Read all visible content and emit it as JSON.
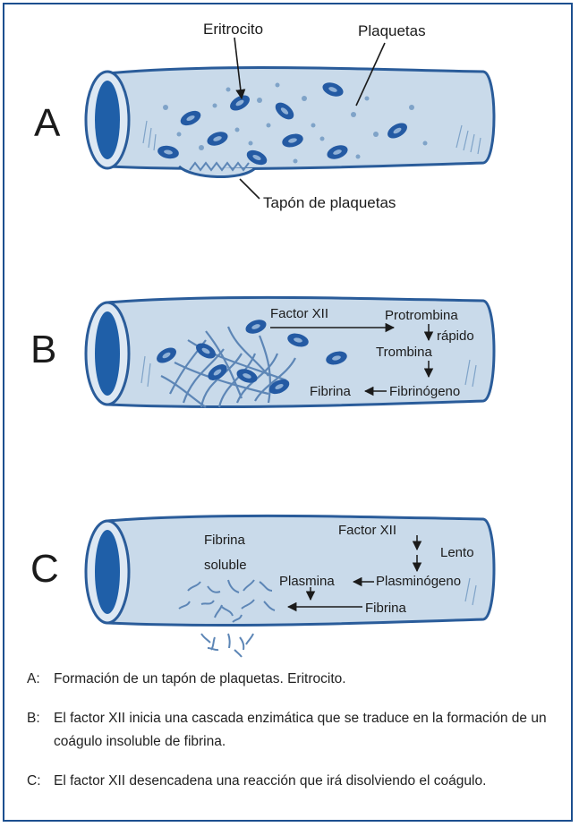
{
  "panels": {
    "a": {
      "letter": "A",
      "label_erythrocyte": "Eritrocito",
      "label_platelets": "Plaquetas",
      "label_platelet_plug": "Tapón de plaquetas"
    },
    "b": {
      "letter": "B",
      "factor_xii": "Factor XII",
      "prothrombin": "Protrombina",
      "rapid": "rápido",
      "thrombin": "Trombina",
      "fibrin": "Fibrina",
      "fibrinogen": "Fibrinógeno"
    },
    "c": {
      "letter": "C",
      "fibrin_soluble_1": "Fibrina",
      "fibrin_soluble_2": "soluble",
      "factor_xii": "Factor XII",
      "slow": "Lento",
      "plasmin": "Plasmina",
      "plasminogen": "Plasminógeno",
      "fibrin": "Fibrina"
    }
  },
  "captions": [
    {
      "key": "A:",
      "text": "Formación de un tapón de plaquetas. Eritrocito."
    },
    {
      "key": "B:",
      "text": "El factor XII inicia una cascada enzimática que se traduce en la formación de un coágulo insoluble de fibrina."
    },
    {
      "key": "C:",
      "text": "El factor XII desencadena una reacción que irá disolviendo el coágulo."
    }
  ],
  "colors": {
    "vessel_fill": "#c9daea",
    "vessel_stroke": "#2a5c9a",
    "lumen": "#1f5fa8",
    "cell": "#245aa3",
    "platelet": "#7fa3c8",
    "fibrin": "#5d86b6",
    "frame": "#1c4f8f"
  }
}
